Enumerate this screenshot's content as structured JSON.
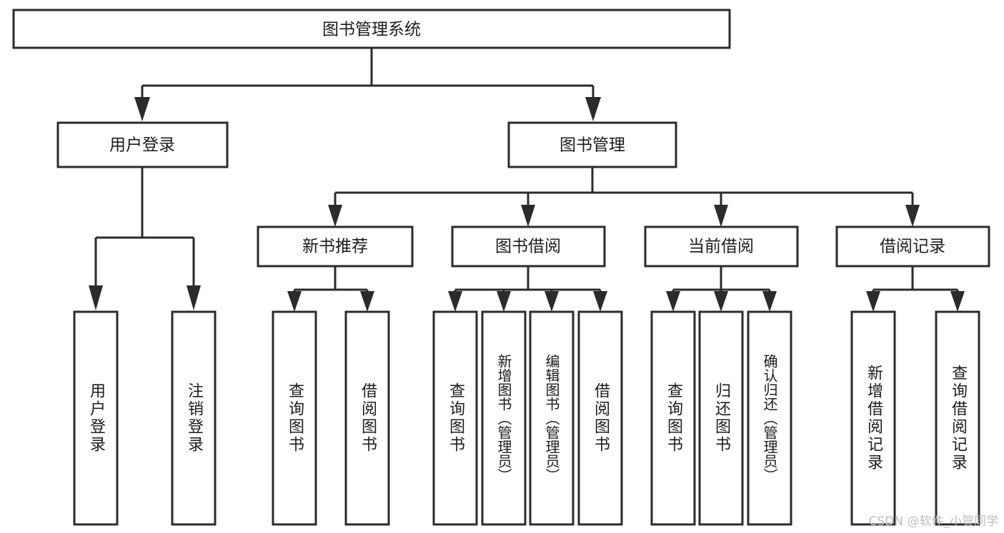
{
  "diagram": {
    "type": "tree-hierarchy",
    "title": "图书管理系统",
    "root": {
      "label": "图书管理系统"
    },
    "level2": [
      {
        "id": "user-login",
        "label": "用户登录"
      },
      {
        "id": "book-manage",
        "label": "图书管理"
      }
    ],
    "level3": [
      {
        "id": "new-book-recommend",
        "label": "新书推荐",
        "parent": "book-manage"
      },
      {
        "id": "book-borrow",
        "label": "图书借阅",
        "parent": "book-manage"
      },
      {
        "id": "current-borrow",
        "label": "当前借阅",
        "parent": "book-manage"
      },
      {
        "id": "borrow-record",
        "label": "借阅记录",
        "parent": "book-manage"
      }
    ],
    "leaves": {
      "user-login": [
        {
          "id": "leaf-user-login",
          "label": "用户登录"
        },
        {
          "id": "leaf-user-logout",
          "label": "注销登录"
        }
      ],
      "new-book-recommend": [
        {
          "id": "leaf-query-book-1",
          "label": "查询图书"
        },
        {
          "id": "leaf-borrow-book-1",
          "label": "借阅图书"
        }
      ],
      "book-borrow": [
        {
          "id": "leaf-query-book-2",
          "label": "查询图书"
        },
        {
          "id": "leaf-add-book",
          "label": "新增图书（管理员）"
        },
        {
          "id": "leaf-edit-book",
          "label": "编辑图书（管理员）"
        },
        {
          "id": "leaf-borrow-book-2",
          "label": "借阅图书"
        }
      ],
      "current-borrow": [
        {
          "id": "leaf-query-book-3",
          "label": "查询图书"
        },
        {
          "id": "leaf-return-book",
          "label": "归还图书"
        },
        {
          "id": "leaf-confirm-return",
          "label": "确认归还（管理员）"
        }
      ],
      "borrow-record": [
        {
          "id": "leaf-add-record",
          "label": "新增借阅记录"
        },
        {
          "id": "leaf-query-record",
          "label": "查询借阅记录"
        }
      ]
    }
  },
  "watermark": {
    "text": "CSDN @软件_小贺同学"
  },
  "colors": {
    "stroke": "#2b2b2b",
    "fill": "#ffffff",
    "text": "#1c1c1c",
    "watermark": "#bdbdbd"
  }
}
